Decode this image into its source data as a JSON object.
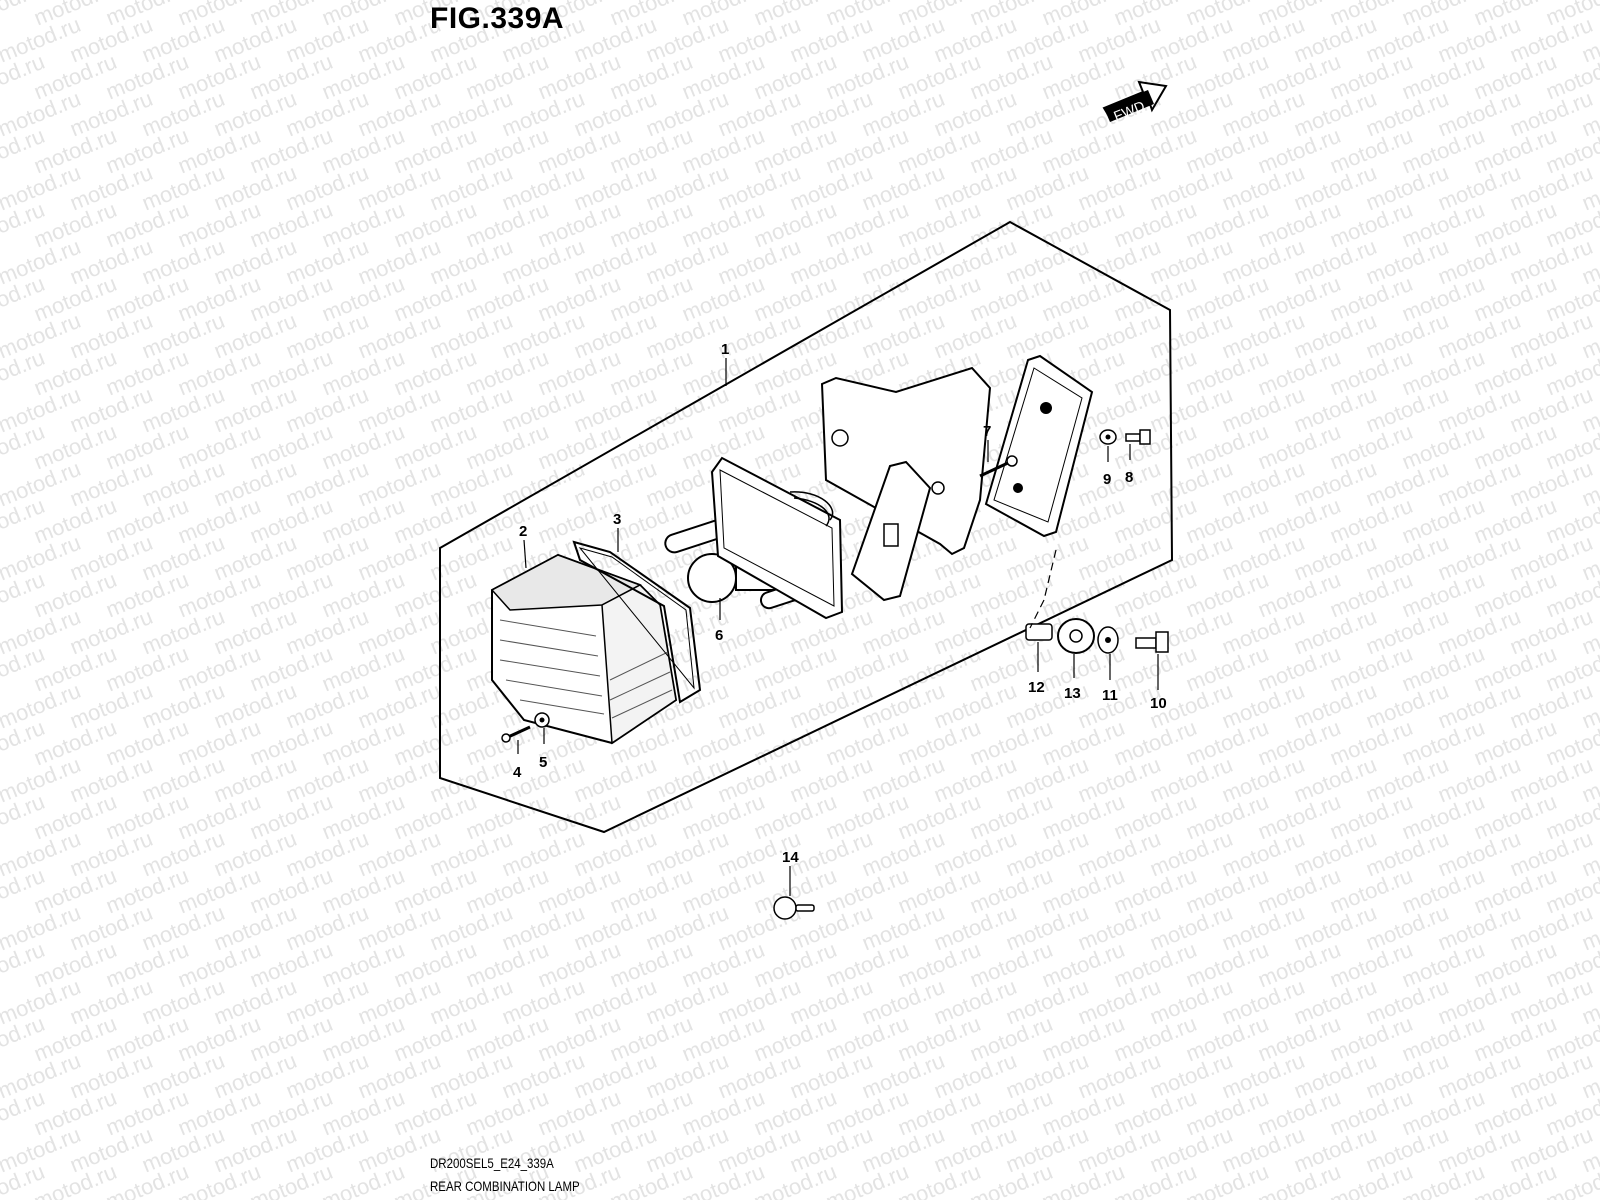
{
  "figure": {
    "title": "FIG.339A",
    "direction_badge": "FWD"
  },
  "watermark_text": "motod.ru",
  "callouts": [
    "1",
    "2",
    "3",
    "4",
    "5",
    "6",
    "7",
    "8",
    "9",
    "10",
    "11",
    "12",
    "13",
    "14"
  ],
  "footer": {
    "model_code": "DR200SEL5_E24_339A",
    "assembly_name": "REAR COMBINATION LAMP"
  }
}
